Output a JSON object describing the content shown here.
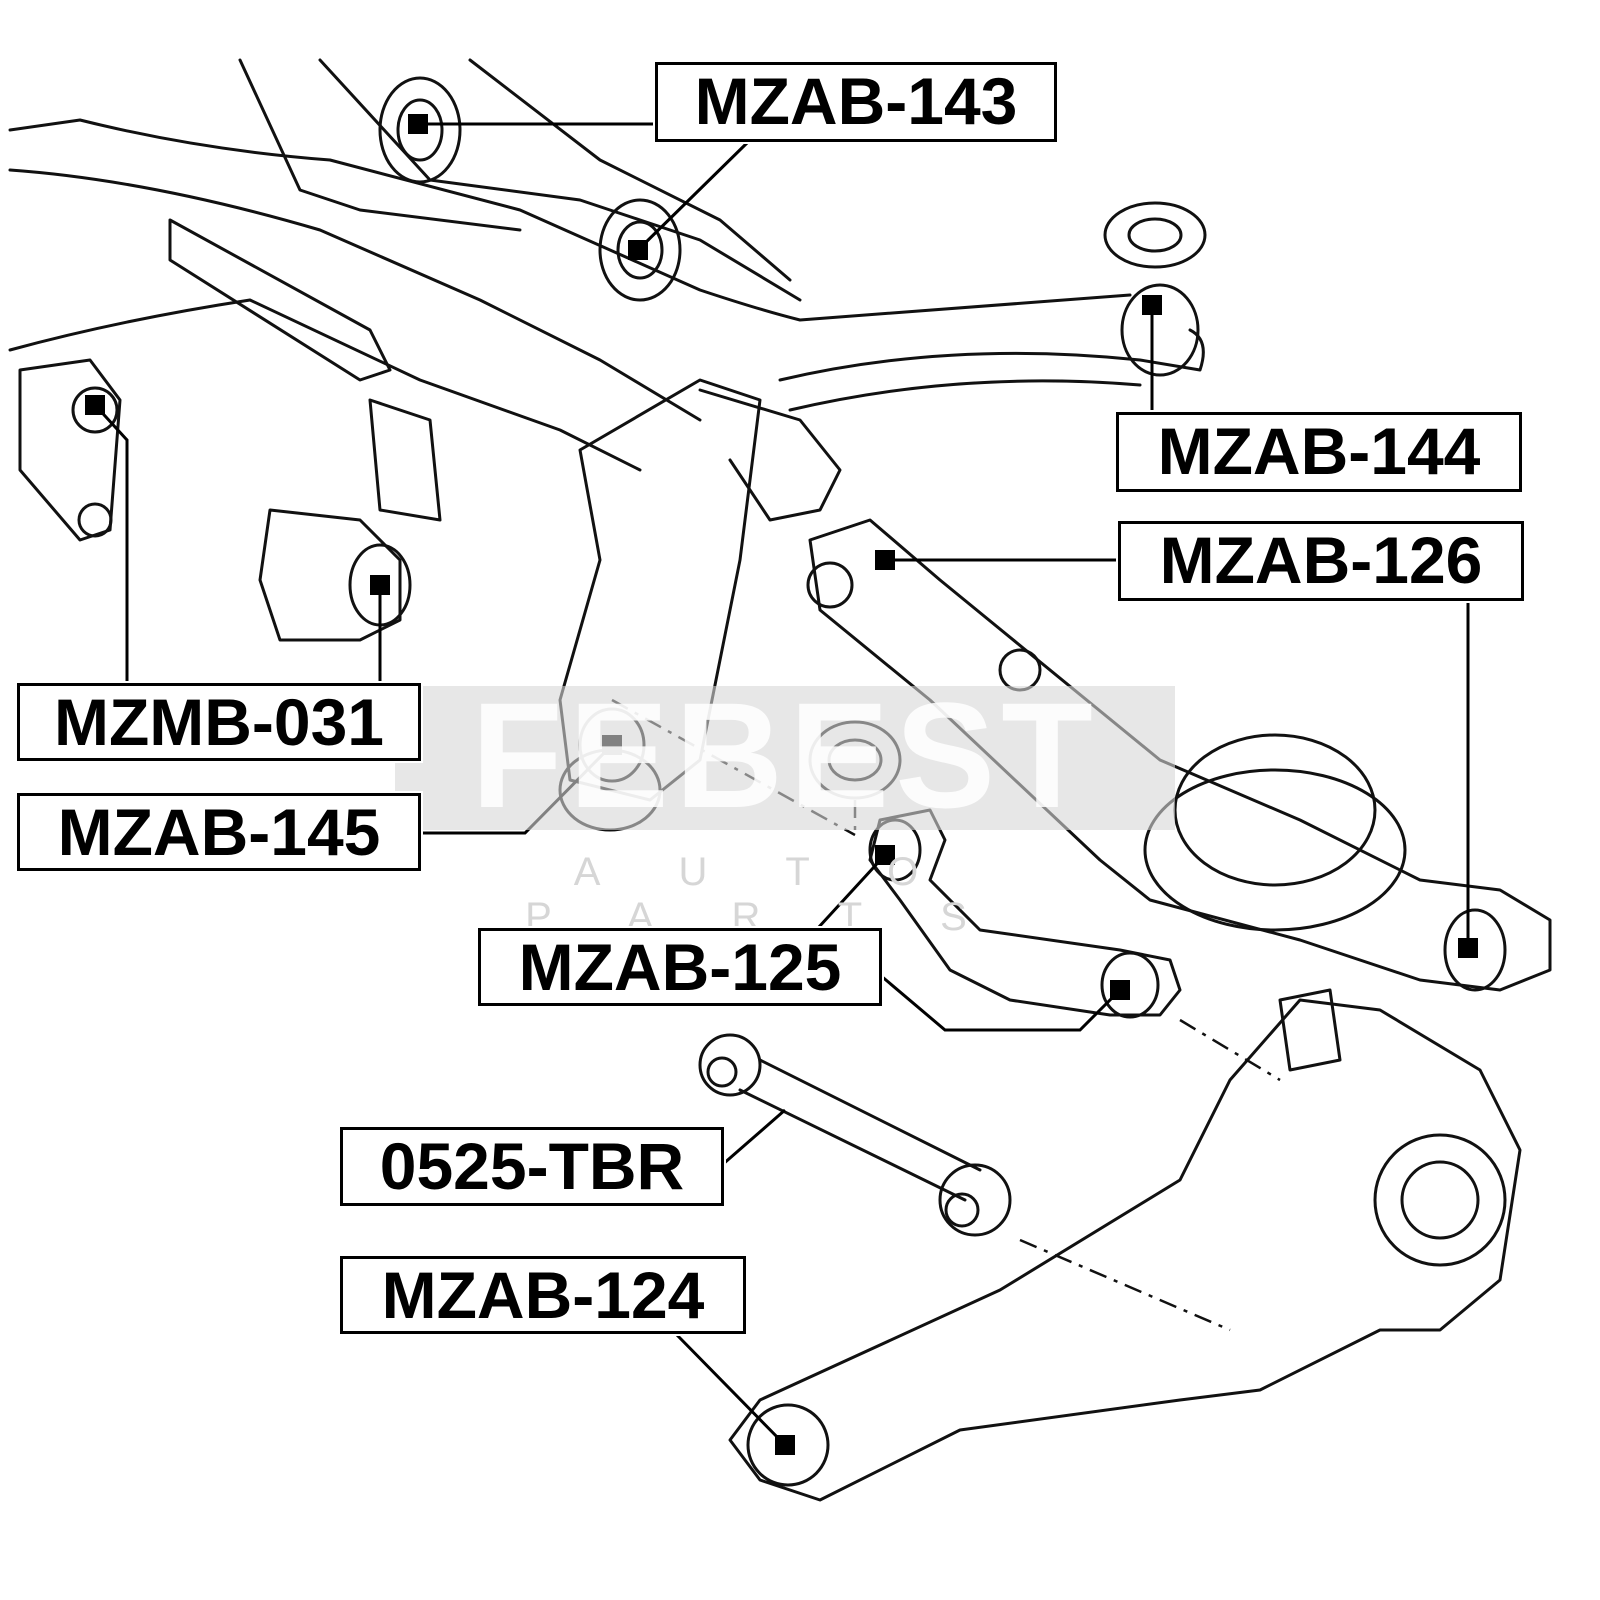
{
  "labels": {
    "mzab143": "MZAB-143",
    "mzab144": "MZAB-144",
    "mzab126": "MZAB-126",
    "mzmb031": "MZMB-031",
    "mzab145": "MZAB-145",
    "mzab125": "MZAB-125",
    "tbr0525": "0525-TBR",
    "mzab124": "MZAB-124"
  },
  "watermark": {
    "brand": "FEBEST",
    "tagline": "AUTO PARTS"
  }
}
